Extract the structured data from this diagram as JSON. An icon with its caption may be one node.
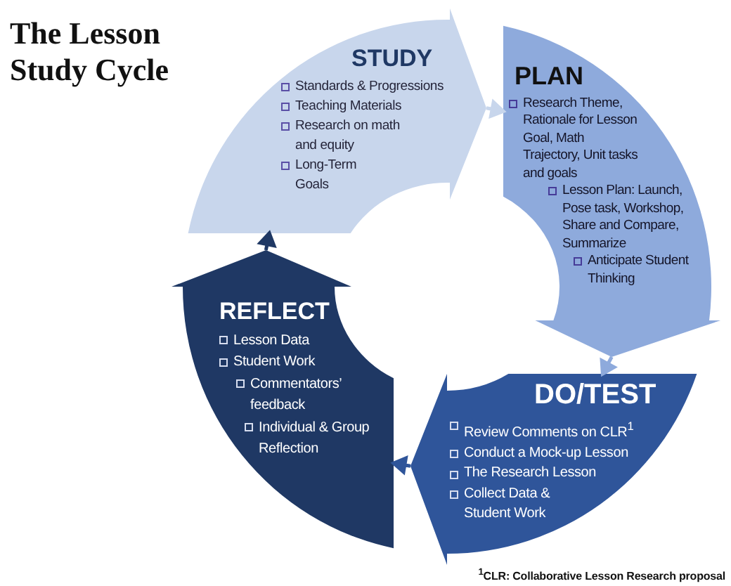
{
  "diagram": {
    "title": "The Lesson Study Cycle",
    "nodes": [
      {
        "text": [
          "STUDY",
          "Standards & Progressions",
          "Teaching Materials",
          "Research on math and equity",
          "Long-Term Goals"
        ]
      },
      {
        "text": [
          "PLAN",
          "Research Theme, Rationale for Lesson Goal, Math Trajectory, Unit tasks and goals",
          "Lesson Plan: Launch, Pose task, Workshop, Share and Compare, Summarize",
          "Anticipate Student Thinking"
        ]
      },
      {
        "text": [
          "DO/TEST",
          "Review Comments on CLR$^{1}$",
          "Conduct a Mock-up Lesson",
          "The Research Lesson",
          "Collect Data & Student Work"
        ]
      },
      {
        "text": [
          "REFLECT",
          "Lesson Data",
          "Student Work",
          "Commentators’ feedback",
          "Individual & Group Reflection"
        ]
      }
    ],
    "edges": [
      {
        "from": 0,
        "to": 1,
        "arrow": "to",
        "color": "#c8d6ec"
      },
      {
        "from": 1,
        "to": 2,
        "arrow": "to",
        "color": "#8eaadc"
      },
      {
        "from": 2,
        "to": 3,
        "arrow": "to",
        "color": "#2f559a"
      },
      {
        "from": 3,
        "to": 0,
        "arrow": "to",
        "color": "#1f3864"
      }
    ],
    "labels": [
      "$^{1}$CLR: Collaborative Lesson Research proposal"
    ]
  }
}
